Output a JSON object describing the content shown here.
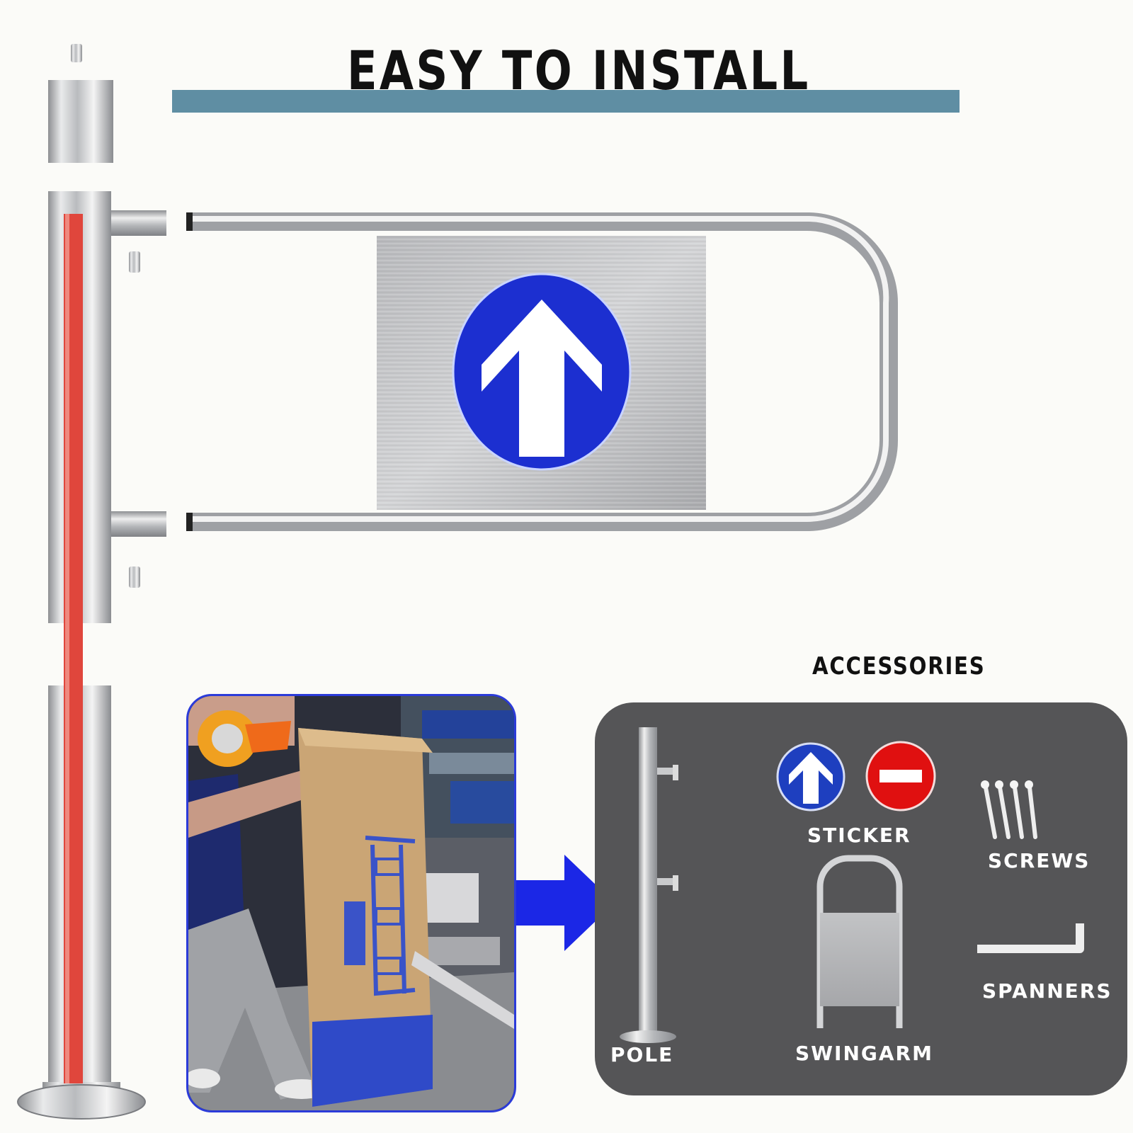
{
  "header": {
    "title": "EASY TO INSTALL"
  },
  "accessories": {
    "title": "ACCESSORIES",
    "items": [
      {
        "label": "POLE"
      },
      {
        "label": "STICKER"
      },
      {
        "label": "SCREWS"
      },
      {
        "label": "SWINGARM"
      },
      {
        "label": "SPANNERS"
      }
    ]
  },
  "colors": {
    "title_bar": "#5f8ea3",
    "sign_blue": "#1c2fd0",
    "no_entry_red": "#e01010",
    "panel_bg": "#555557",
    "photo_border": "#2b3bd9",
    "red_bar": "#e0463c"
  },
  "icons": {
    "arrow_sign": "up-arrow-sign-icon",
    "no_entry": "no-entry-icon",
    "pointer": "right-arrow-icon"
  }
}
